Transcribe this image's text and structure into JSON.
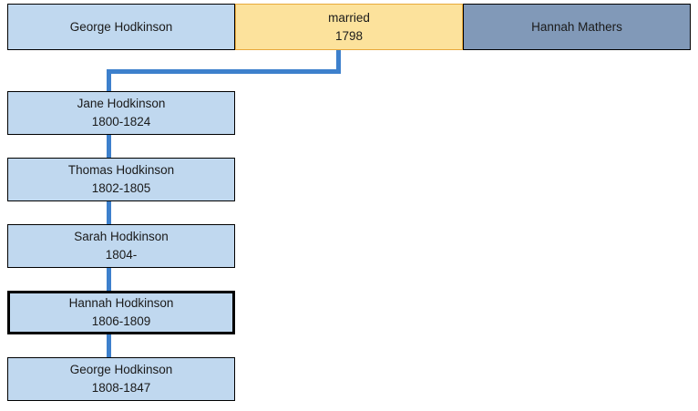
{
  "diagram": {
    "type": "family-tree",
    "title": "",
    "colors": {
      "person_fill": "#c0d8ef",
      "marriage_fill": "#fce29c",
      "spouse_fill": "#8199b8",
      "connector": "#3d80cc",
      "border": "#000000",
      "marriage_border": "#e8a93c"
    },
    "parents_row": {
      "husband": {
        "name": "George Hodkinson",
        "dates": ""
      },
      "marriage": {
        "label": "married",
        "year": "1798"
      },
      "wife": {
        "name": "Hannah Mathers",
        "dates": ""
      }
    },
    "children": [
      {
        "name": "Jane Hodkinson",
        "dates": "1800-1824",
        "highlighted": false
      },
      {
        "name": "Thomas Hodkinson",
        "dates": "1802-1805",
        "highlighted": false
      },
      {
        "name": "Sarah Hodkinson",
        "dates": "1804-",
        "highlighted": false
      },
      {
        "name": "Hannah Hodkinson",
        "dates": "1806-1809",
        "highlighted": true
      },
      {
        "name": "George Hodkinson",
        "dates": "1808-1847",
        "highlighted": false
      }
    ]
  }
}
